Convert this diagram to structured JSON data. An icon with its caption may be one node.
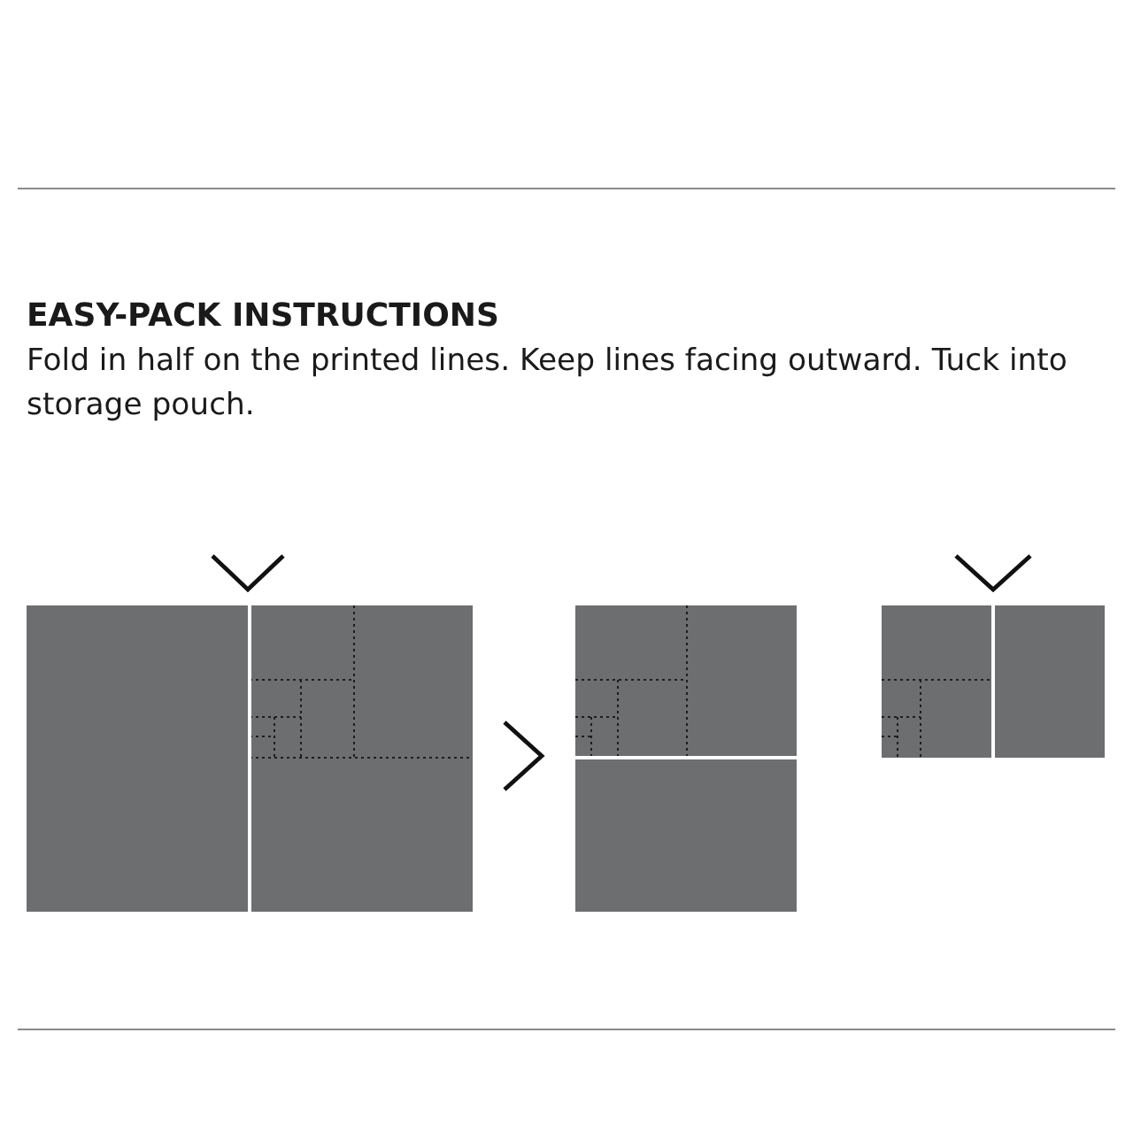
{
  "diagram": {
    "title": "EASY-PACK INSTRUCTIONS",
    "nodes": [
      {
        "text": [],
        "shape": "box"
      },
      {
        "text": [],
        "shape": "box"
      },
      {
        "text": [],
        "shape": "box"
      }
    ],
    "edges": [
      {
        "from": 0,
        "to": 1,
        "arrow": "to"
      }
    ],
    "labels": [
      "Fold in half on the printed lines. Keep lines facing outward. Tuck into storage pouch."
    ]
  }
}
